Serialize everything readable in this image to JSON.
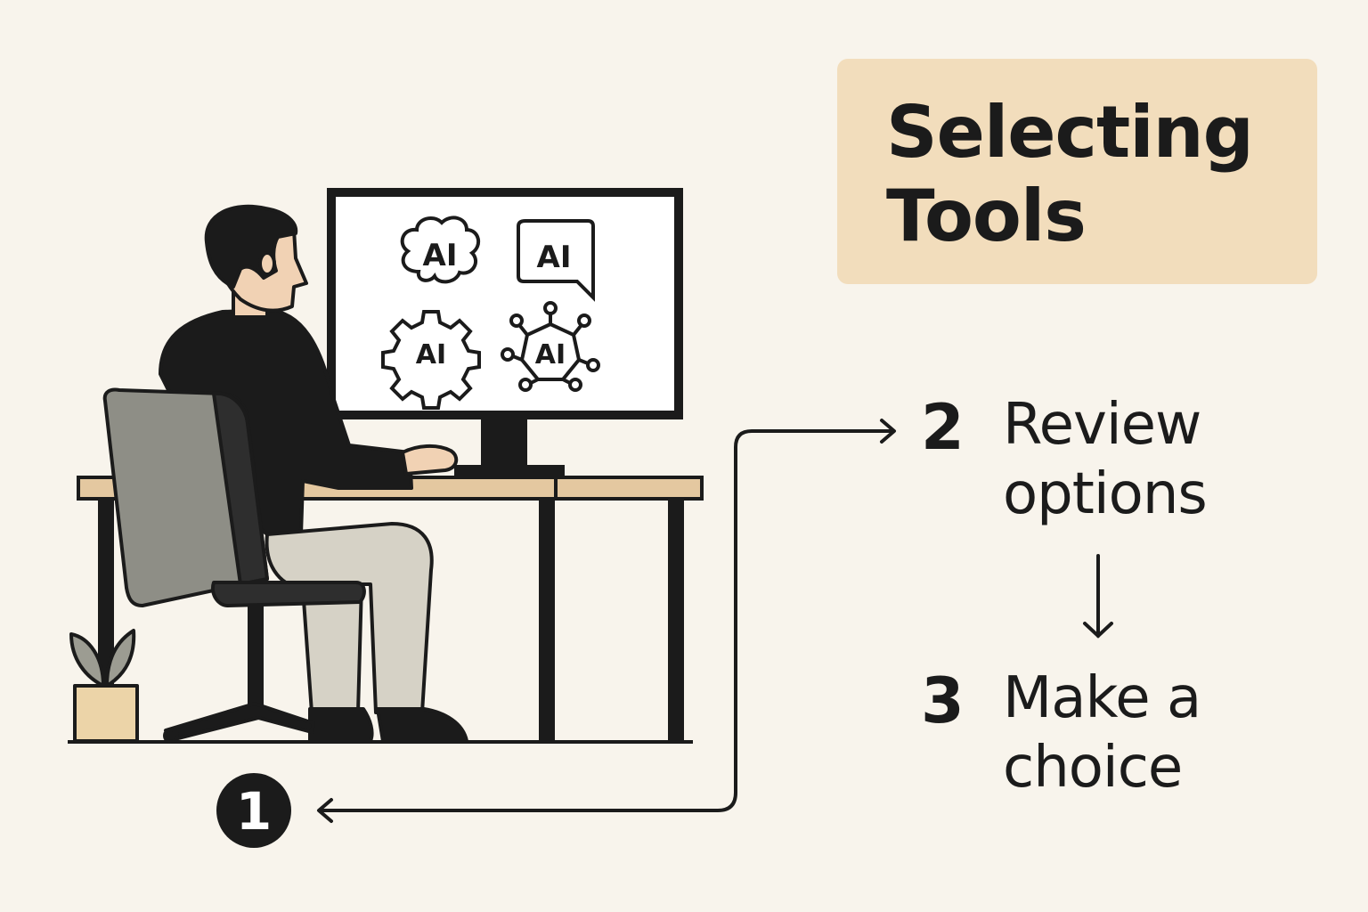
{
  "title": {
    "line1": "Selecting",
    "line2": "Tools"
  },
  "screen_icons": [
    {
      "icon": "brain-icon",
      "label": "AI"
    },
    {
      "icon": "speech-bubble-icon",
      "label": "AI"
    },
    {
      "icon": "gear-icon",
      "label": "AI"
    },
    {
      "icon": "network-icon",
      "label": "AI"
    }
  ],
  "steps": [
    {
      "number": "1",
      "line1": "",
      "line2": ""
    },
    {
      "number": "2",
      "line1": "Review",
      "line2": "options"
    },
    {
      "number": "3",
      "line1": "Make a",
      "line2": "choice"
    }
  ],
  "colors": {
    "background": "#f8f4ec",
    "title_box": "#f2ddbc",
    "ink": "#1b1b1b",
    "desk": "#e4c8a0",
    "chair": "#8e8e86",
    "pants": "#d6d2c6",
    "skin": "#f1d2b4",
    "plant_pot": "#ecd4a8",
    "plant_leaf": "#9c9c92"
  }
}
